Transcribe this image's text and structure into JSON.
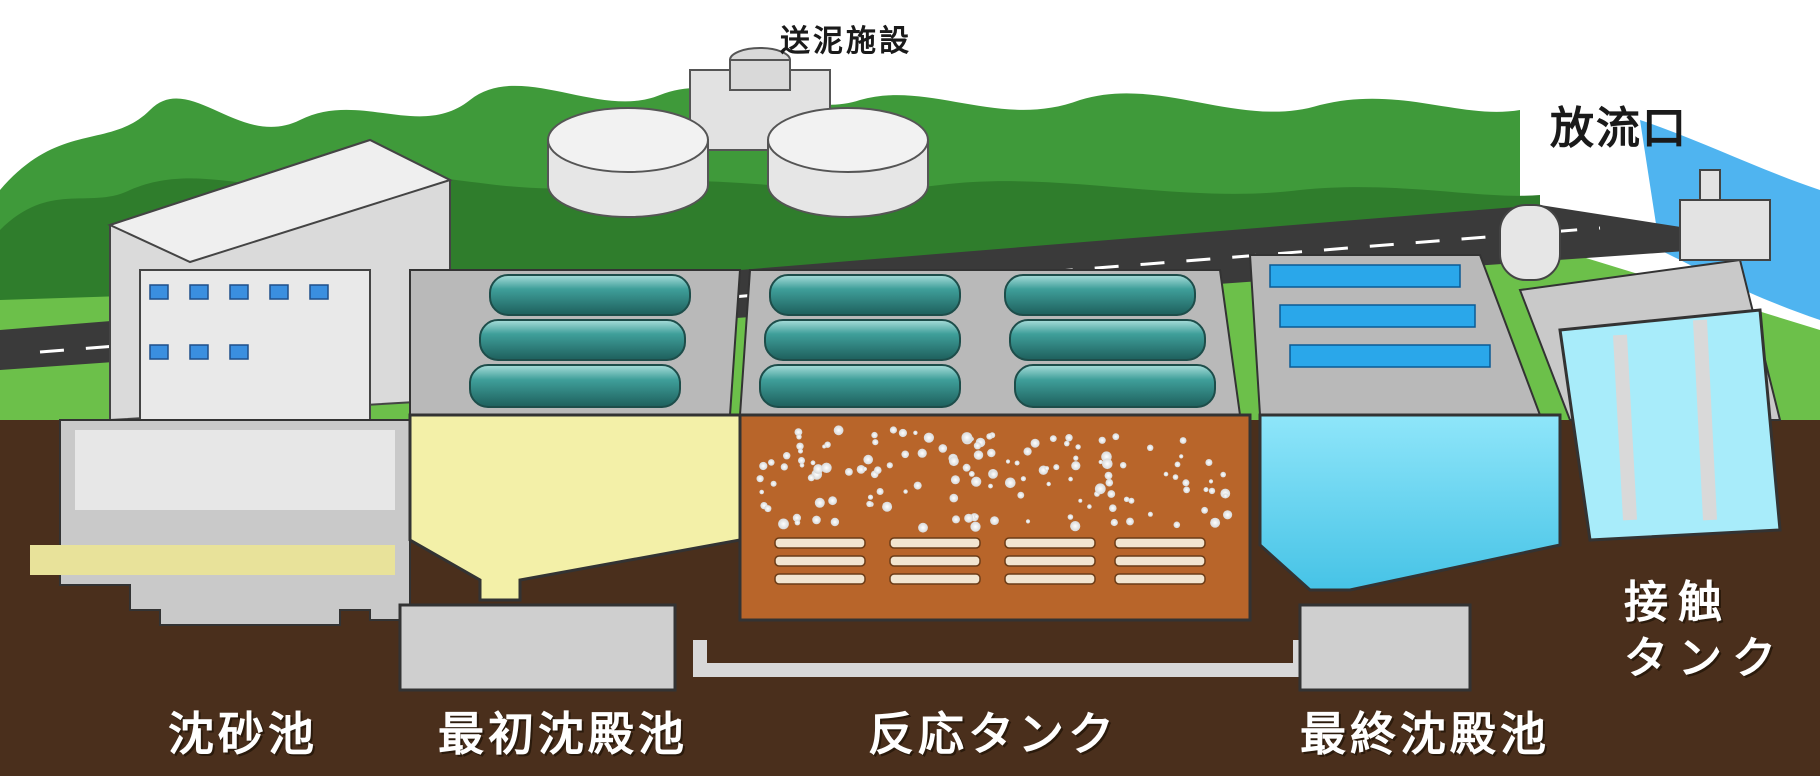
{
  "labels": {
    "sludge_facility": "送泥施設",
    "outlet": "放流口",
    "grit_chamber": "沈砂池",
    "primary_settling": "最初沈殿池",
    "reaction_tank": "反応タンク",
    "final_settling": "最終沈殿池",
    "contact_tank_line1": "接触",
    "contact_tank_line2": "タンク"
  },
  "colors": {
    "sky": "#ffffff",
    "forest": "#3f9a3a",
    "grass": "#6cc04a",
    "road": "#3a3a3a",
    "ground": "#4a2f1c",
    "concrete": "#c9c9c9",
    "primary_water": "#f3f0a8",
    "reaction_sludge": "#b8652a",
    "final_water": "#6fd8f2",
    "contact_water": "#a8ecfa",
    "river": "#4fb4f0",
    "cylinder": "#2e8a86"
  }
}
